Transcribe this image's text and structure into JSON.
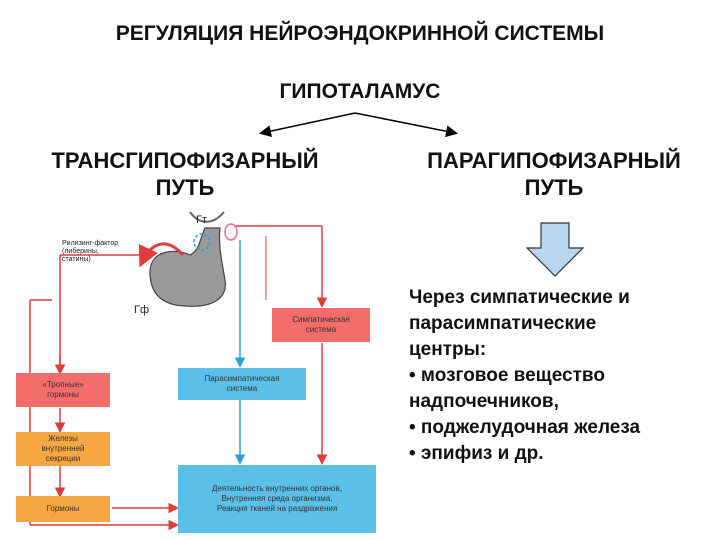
{
  "title": "РЕГУЛЯЦИЯ НЕЙРОЭНДОКРИННОЙ СИСТЕМЫ",
  "hypothalamus": "ГИПОТАЛАМУС",
  "left_path": {
    "line1": "ТРАНСГИПОФИЗАРНЫЙ",
    "line2": "ПУТЬ"
  },
  "right_path": {
    "line1": "ПАРАГИПОФИЗАРНЫЙ",
    "line2": "ПУТЬ"
  },
  "right_description": [
    "Через симпатические и",
    "парасимпатические",
    "центры:",
    "• мозговое вещество",
    "надпочечников,",
    "• поджелудочная железа",
    "• эпифиз     и др."
  ],
  "scheme": {
    "gt_label": "Гт",
    "gf_label": "Гф",
    "releasing_label": "Рилизинг-фактор\n(либерины,\nстатины)",
    "boxes": {
      "tropnye": "«Тропные»\nгормоны",
      "zhelezy": "Железы\nвнутренней\nсекреции",
      "gormony": "Гормоны",
      "sympathetic": "Симпатическая\nсистема",
      "parasympathetic": "Парасимпатическая\nсистема",
      "organs": "Деятельность внутренних органов,\nВнутренняя среда организма,\nРеакция тканей на раздражения"
    }
  },
  "colors": {
    "red": "#f46d6d",
    "orange": "#f7a742",
    "blue": "#5bbfe8",
    "arrow_fill": "#b9d7f0"
  }
}
